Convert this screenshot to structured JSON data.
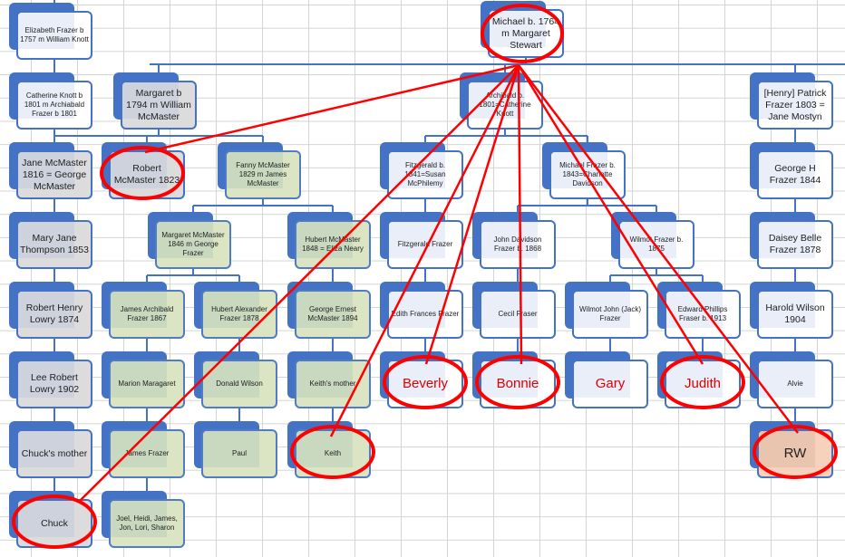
{
  "diagram": {
    "title": "Family tree",
    "highlight_color": "#ff0000",
    "box_color": "#4472c4",
    "nodes": [
      {
        "id": "elizabeth",
        "label": "Elizabeth Frazer b 1757 m William Knott",
        "style": "white"
      },
      {
        "id": "catherine",
        "label": "Catherine Knott b 1801 m Archiabald Frazer b 1801",
        "style": "white"
      },
      {
        "id": "jane",
        "label": "Jane McMaster 1816 = George McMaster",
        "style": "gray big"
      },
      {
        "id": "maryjane",
        "label": "Mary Jane Thompson 1853",
        "style": "gray big"
      },
      {
        "id": "roberthenry",
        "label": "Robert Henry Lowry 1874",
        "style": "gray big"
      },
      {
        "id": "leerobert",
        "label": "Lee Robert Lowry 1902",
        "style": "gray big"
      },
      {
        "id": "chucksmother",
        "label": "Chuck's mother",
        "style": "gray big"
      },
      {
        "id": "chuck",
        "label": "Chuck",
        "style": "gray big"
      },
      {
        "id": "margaret1794",
        "label": "Margaret b 1794 m William McMaster",
        "style": "gray big"
      },
      {
        "id": "robertmcmaster",
        "label": "Robert McMaster 1823",
        "style": "gray big"
      },
      {
        "id": "fanny",
        "label": "Fanny McMaster 1829 m James McMaster",
        "style": "green"
      },
      {
        "id": "margaret1846",
        "label": "Margaret McMaster 1846 m George Frazer",
        "style": "green"
      },
      {
        "id": "hubert1848",
        "label": "Hubert McMaster 1848 = Eliza Neary",
        "style": "green"
      },
      {
        "id": "jamesarchibald",
        "label": "James Archibald Frazer 1867",
        "style": "green"
      },
      {
        "id": "hubertalexander",
        "label": "Hubert Alexander Frazer 1878",
        "style": "green"
      },
      {
        "id": "georgeernest",
        "label": "George Ernest McMaster 1894",
        "style": "green"
      },
      {
        "id": "marion",
        "label": "Marion Maragaret",
        "style": "green"
      },
      {
        "id": "donald",
        "label": "Donald Wilson",
        "style": "green"
      },
      {
        "id": "keithsmother",
        "label": "Keith's mother",
        "style": "green"
      },
      {
        "id": "jamesfrazer",
        "label": "James Frazer",
        "style": "green"
      },
      {
        "id": "paul",
        "label": "Paul",
        "style": "green"
      },
      {
        "id": "keith",
        "label": "Keith",
        "style": "green"
      },
      {
        "id": "joel",
        "label": "Joel, Heidi, James, Jon, Lori, Sharon",
        "style": "green"
      },
      {
        "id": "michael1764",
        "label": "Michael b. 1764 m Margaret Stewart",
        "style": "white big"
      },
      {
        "id": "archibald",
        "label": "Archibald b. 1801=Catherine Knott",
        "style": "white"
      },
      {
        "id": "fitzgerald1841",
        "label": "Fitzgerald b. 1841=Susan McPhilemy",
        "style": "white"
      },
      {
        "id": "michael1843",
        "label": "Michael Frazer b. 1843=Charlotte Davidson",
        "style": "white"
      },
      {
        "id": "fitzgeraldfrazer",
        "label": "Fitzgerald Frazer",
        "style": "white"
      },
      {
        "id": "johndavidson",
        "label": "John Davidson Frazer b. 1868",
        "style": "white"
      },
      {
        "id": "wilmot1875",
        "label": "Wilmot Frazer b. 1875",
        "style": "white"
      },
      {
        "id": "edith",
        "label": "Edith Frances Frazer",
        "style": "white"
      },
      {
        "id": "cecil",
        "label": "Cecil Fraser",
        "style": "white"
      },
      {
        "id": "wilmotjohn",
        "label": "Wilmot John (Jack) Frazer",
        "style": "white"
      },
      {
        "id": "edward",
        "label": "Edward Phillips Fraser b. 1913",
        "style": "white"
      },
      {
        "id": "beverly",
        "label": "Beverly",
        "style": "white red"
      },
      {
        "id": "bonnie",
        "label": "Bonnie",
        "style": "white red"
      },
      {
        "id": "gary",
        "label": "Gary",
        "style": "white red"
      },
      {
        "id": "judith",
        "label": "Judith",
        "style": "white red"
      },
      {
        "id": "henrypatrick",
        "label": "[Henry] Patrick Frazer 1803 = Jane Mostyn",
        "style": "white big"
      },
      {
        "id": "georgeh",
        "label": "George H Frazer 1844",
        "style": "white big"
      },
      {
        "id": "daisey",
        "label": "Daisey Belle Frazer 1878",
        "style": "white big"
      },
      {
        "id": "harold",
        "label": "Harold Wilson 1904",
        "style": "white big"
      },
      {
        "id": "alvie",
        "label": "Alvie",
        "style": "white"
      },
      {
        "id": "rw",
        "label": "RW",
        "style": "rw"
      }
    ],
    "highlighted": [
      "michael1764",
      "robertmcmaster",
      "chuck",
      "keith",
      "beverly",
      "bonnie",
      "judith",
      "rw"
    ]
  }
}
